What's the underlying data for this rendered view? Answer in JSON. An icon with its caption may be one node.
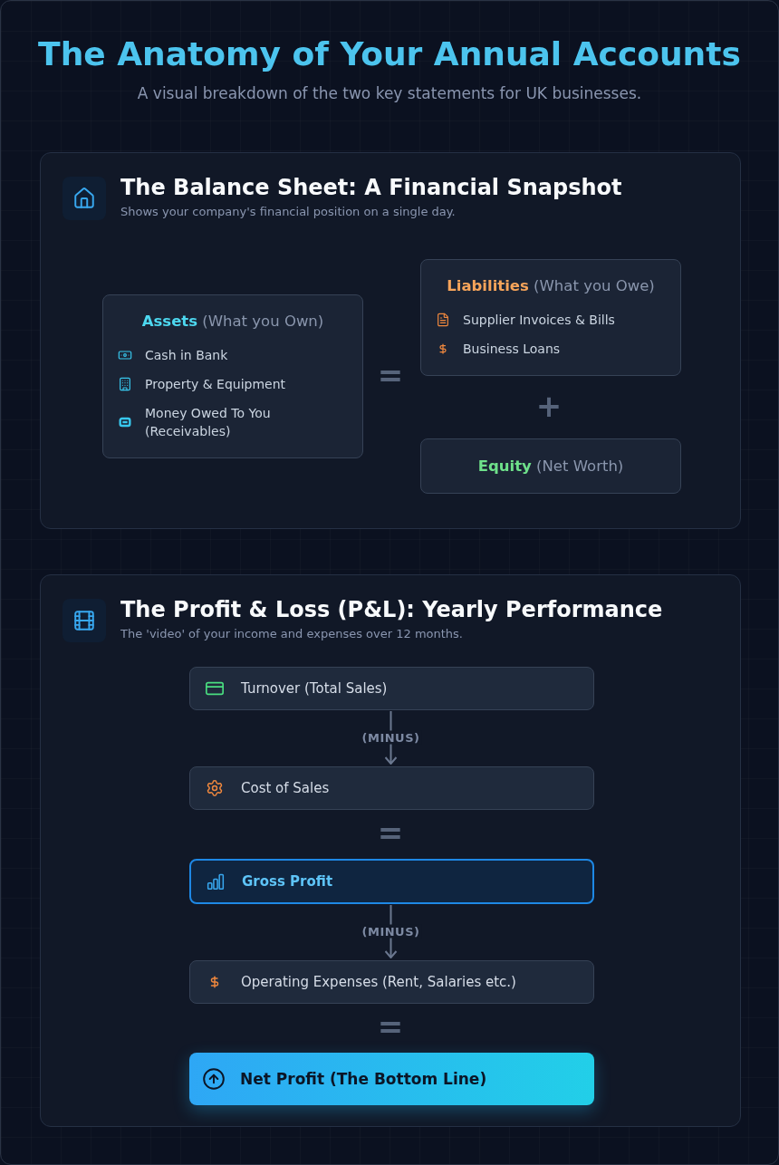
{
  "diagram": {
    "title": "The Anatomy of Your Annual Accounts",
    "caption": "A visual breakdown of the two key statements for UK businesses.",
    "nodes": [
      {
        "text": [
          "The Balance Sheet: A Financial Snapshot",
          "Shows your company's financial position on a single day."
        ]
      },
      {
        "text": [
          "**Assets** (What you Own)",
          "Cash in Bank",
          "Property & Equipment",
          "Money Owed To You (Receivables)"
        ],
        "in": 0
      },
      {
        "text": [
          "**Liabilities** (What you Owe)",
          "Supplier Invoices & Bills",
          "Business Loans"
        ],
        "in": 0
      },
      {
        "text": [
          "**Equity** (Net Worth)"
        ],
        "in": 0
      },
      {
        "text": [
          "The Profit & Loss (P&L): Yearly Performance",
          "The 'video' of your income and expenses over 12 months."
        ]
      },
      {
        "text": [
          "Turnover (Total Sales)"
        ],
        "in": 4
      },
      {
        "text": [
          "Cost of Sales"
        ],
        "in": 4
      },
      {
        "text": [
          "Gross Profit"
        ],
        "in": 4
      },
      {
        "text": [
          "Operating Expenses (Rent, Salaries etc.)"
        ],
        "in": 4
      },
      {
        "text": [
          "Net Profit (The Bottom Line)"
        ],
        "in": 4
      }
    ],
    "edges": [
      {
        "from": 5,
        "to": 6,
        "arrow": "to",
        "label": "(MINUS)"
      },
      {
        "from": 7,
        "to": 8,
        "arrow": "to",
        "label": "(MINUS)"
      }
    ],
    "labels": [
      "=",
      "+",
      "=",
      "="
    ]
  }
}
